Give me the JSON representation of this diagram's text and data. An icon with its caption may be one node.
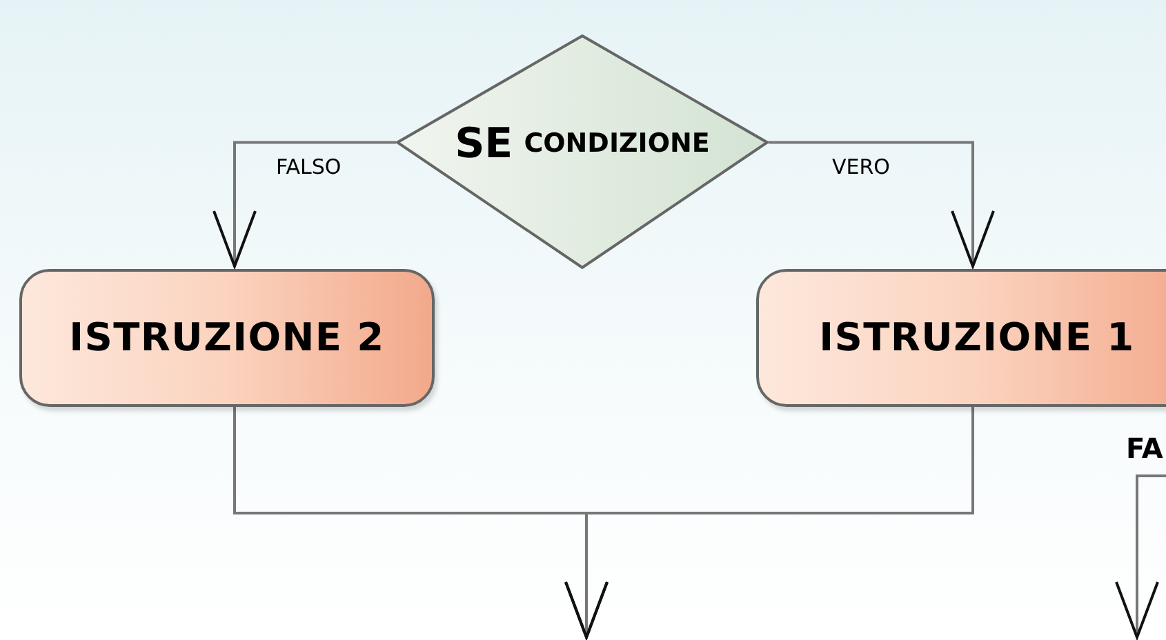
{
  "diagram": {
    "nodes": [
      {
        "text": [
          "SE",
          "CONDIZIONE"
        ]
      },
      {
        "text": [
          "ISTRUZIONE 2"
        ]
      },
      {
        "text": [
          "ISTRUZIONE 1"
        ]
      },
      {
        "text": [
          "FA"
        ]
      }
    ],
    "edges": [
      {
        "from": 0,
        "to": 1,
        "label": "FALSO",
        "arrow": "to"
      },
      {
        "from": 0,
        "to": 2,
        "label": "VERO",
        "arrow": "to"
      },
      {
        "from": 1,
        "to": null,
        "arrow": "to"
      },
      {
        "from": 2,
        "to": null,
        "arrow": "to"
      },
      {
        "from": 3,
        "to": null,
        "arrow": "to"
      }
    ]
  }
}
